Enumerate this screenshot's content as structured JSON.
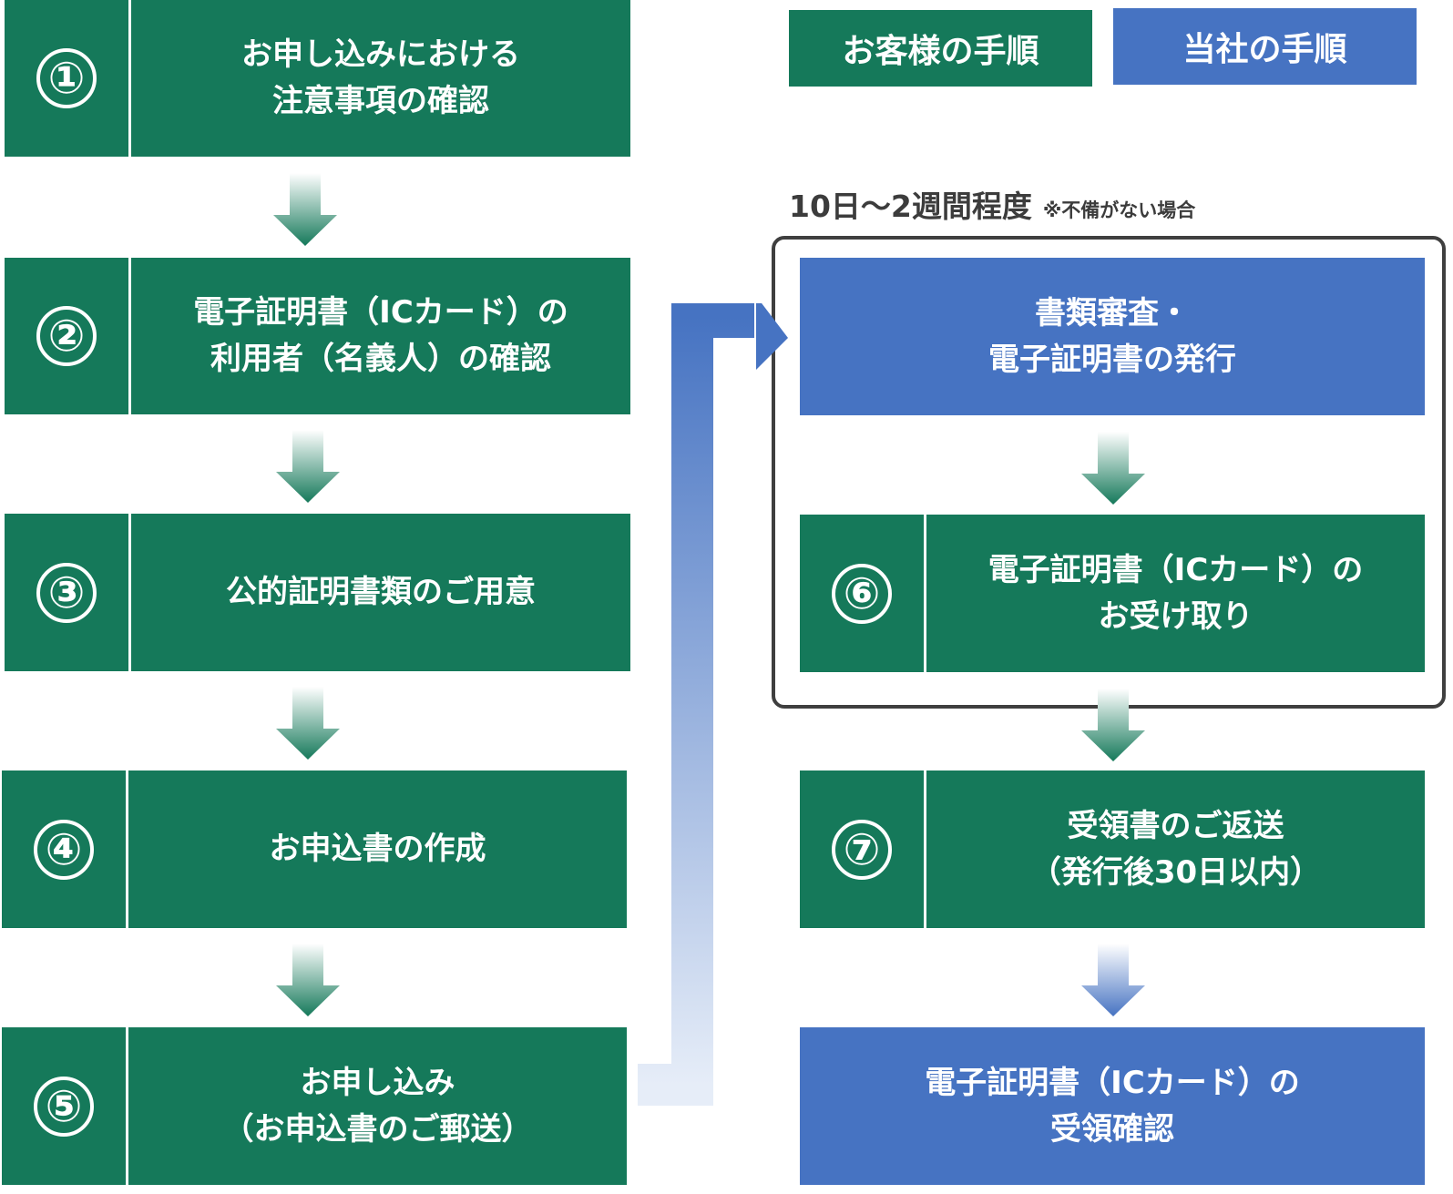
{
  "colors": {
    "customer": "#15795a",
    "company": "#4673c2",
    "frame": "#3f3f3f"
  },
  "legend": {
    "customer": "お客様の手順",
    "company": "当社の手順"
  },
  "duration": {
    "main": "10日～2週間程度",
    "note": "※不備がない場合"
  },
  "customer_steps": [
    {
      "num": "①",
      "label": "お申し込みにおける\n注意事項の確認"
    },
    {
      "num": "②",
      "label": "電子証明書（ICカード）の\n利用者（名義人）の確認"
    },
    {
      "num": "③",
      "label": "公的証明書類のご用意"
    },
    {
      "num": "④",
      "label": "お申込書の作成"
    },
    {
      "num": "⑤",
      "label": "お申し込み\n（お申込書のご郵送）"
    }
  ],
  "company_steps": {
    "review": {
      "label": "書類審査・\n電子証明書の発行"
    },
    "step6": {
      "num": "⑥",
      "label": "電子証明書（ICカード）の\nお受け取り"
    },
    "step7": {
      "num": "⑦",
      "label": "受領書のご返送\n（発行後30日以内）"
    },
    "confirm": {
      "label": "電子証明書（ICカード）の\n受領確認"
    }
  }
}
